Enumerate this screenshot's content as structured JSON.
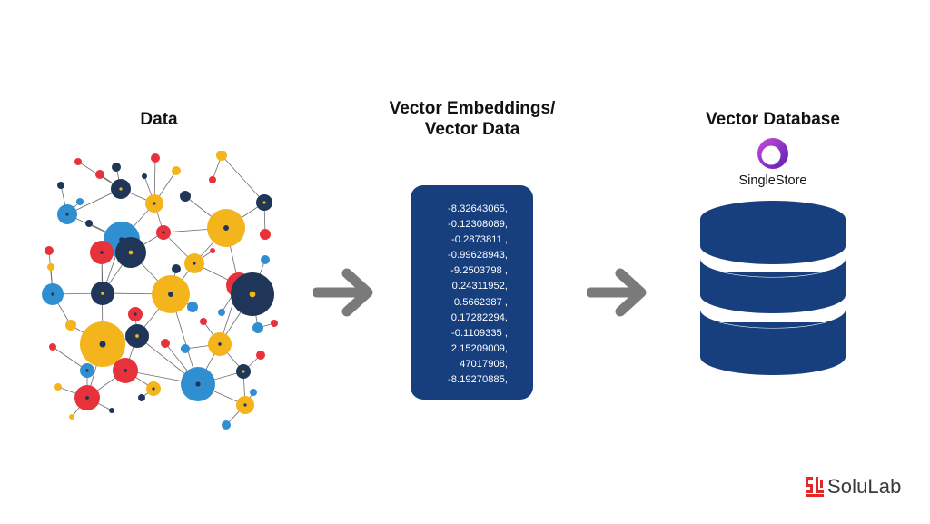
{
  "headings": {
    "data": "Data",
    "vector_line1": "Vector Embeddings/",
    "vector_line2": "Vector Data",
    "database": "Vector Database"
  },
  "vectors": [
    "-8.32643065,",
    "-0.12308089,",
    "-0.2873811 ,",
    "-0.99628943,",
    "-9.2503798 ,",
    "0.24311952,",
    "0.5662387 ,",
    "0.17282294,",
    "-0.1109335 ,",
    "2.15209009,",
    "47017908,",
    "-8.19270885,"
  ],
  "database_vendor": "SingleStore",
  "brand": "SoluLab",
  "colors": {
    "vector_box": "#173f7e",
    "database": "#183f7d",
    "arrow": "#7a7a7a",
    "network_blue": "#2f8fd0",
    "network_yellow": "#f4b51c",
    "network_red": "#e8323b",
    "network_navy": "#1f3658",
    "brand_red": "#e02826"
  },
  "icons": {
    "arrows": "arrow-right-icon",
    "database": "database-icon",
    "vendor_logo": "singlestore-logo",
    "brand_logo": "solulab-logo"
  }
}
